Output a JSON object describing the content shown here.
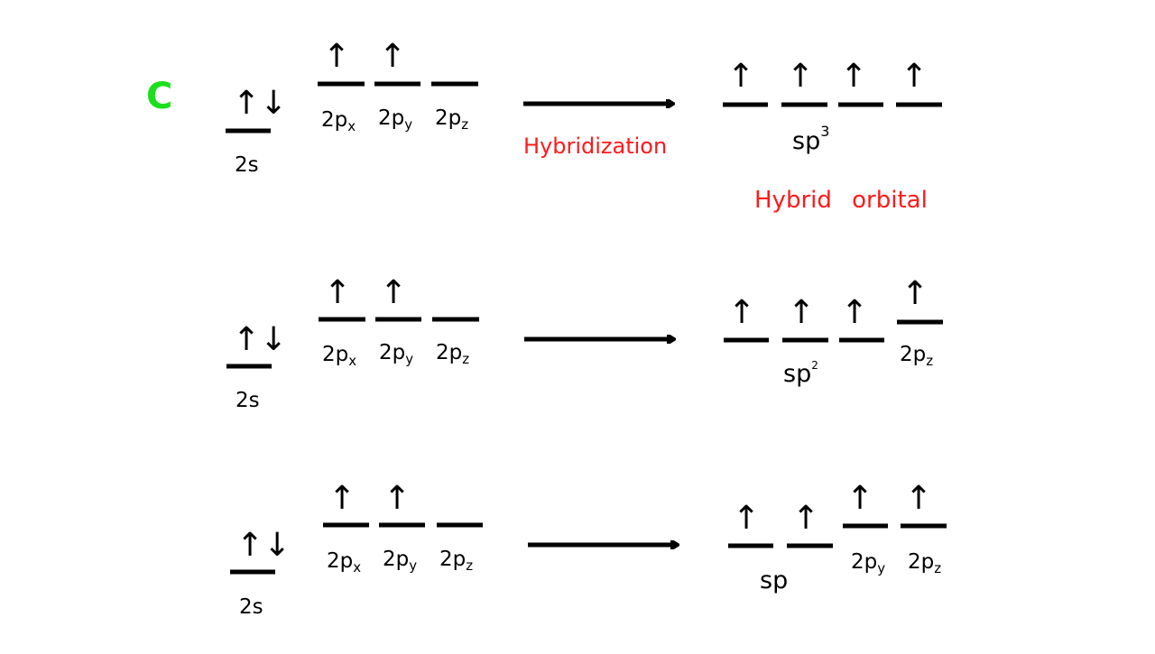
{
  "element": {
    "symbol": "C",
    "color": "#19e01a"
  },
  "annotation_color": "#ff1a1a",
  "row1": {
    "ground": {
      "s_label": "2s",
      "s_spin": "↑↓",
      "p_labels": [
        {
          "main": "2p",
          "sub": "x"
        },
        {
          "main": "2p",
          "sub": "y"
        },
        {
          "main": "2p",
          "sub": "z"
        }
      ],
      "p_spins": [
        "↑",
        "↑",
        ""
      ]
    },
    "arrow_label": "Hybridization",
    "hybrid": {
      "spins": [
        "↑",
        "↑",
        "↑",
        "↑"
      ],
      "label_main": "sp",
      "label_sup": "3",
      "caption": "Hybrid orbital"
    }
  },
  "row2": {
    "ground": {
      "s_label": "2s",
      "s_spin": "↑↓",
      "p_labels": [
        {
          "main": "2p",
          "sub": "x"
        },
        {
          "main": "2p",
          "sub": "y"
        },
        {
          "main": "2p",
          "sub": "z"
        }
      ],
      "p_spins": [
        "↑",
        "↑",
        ""
      ]
    },
    "hybrid": {
      "spins": [
        "↑",
        "↑",
        "↑"
      ],
      "label_main": "sp",
      "label_sup": "2",
      "unhybrid": [
        {
          "main": "2p",
          "sub": "z",
          "spin": "↑"
        }
      ]
    }
  },
  "row3": {
    "ground": {
      "s_label": "2s",
      "s_spin": "↑↓",
      "p_labels": [
        {
          "main": "2p",
          "sub": "x"
        },
        {
          "main": "2p",
          "sub": "y"
        },
        {
          "main": "2p",
          "sub": "z"
        }
      ],
      "p_spins": [
        "↑",
        "↑",
        ""
      ]
    },
    "hybrid": {
      "spins": [
        "↑",
        "↑"
      ],
      "label_main": "sp",
      "unhybrid": [
        {
          "main": "2p",
          "sub": "y",
          "spin": "↑"
        },
        {
          "main": "2p",
          "sub": "z",
          "spin": "↑"
        }
      ]
    }
  }
}
